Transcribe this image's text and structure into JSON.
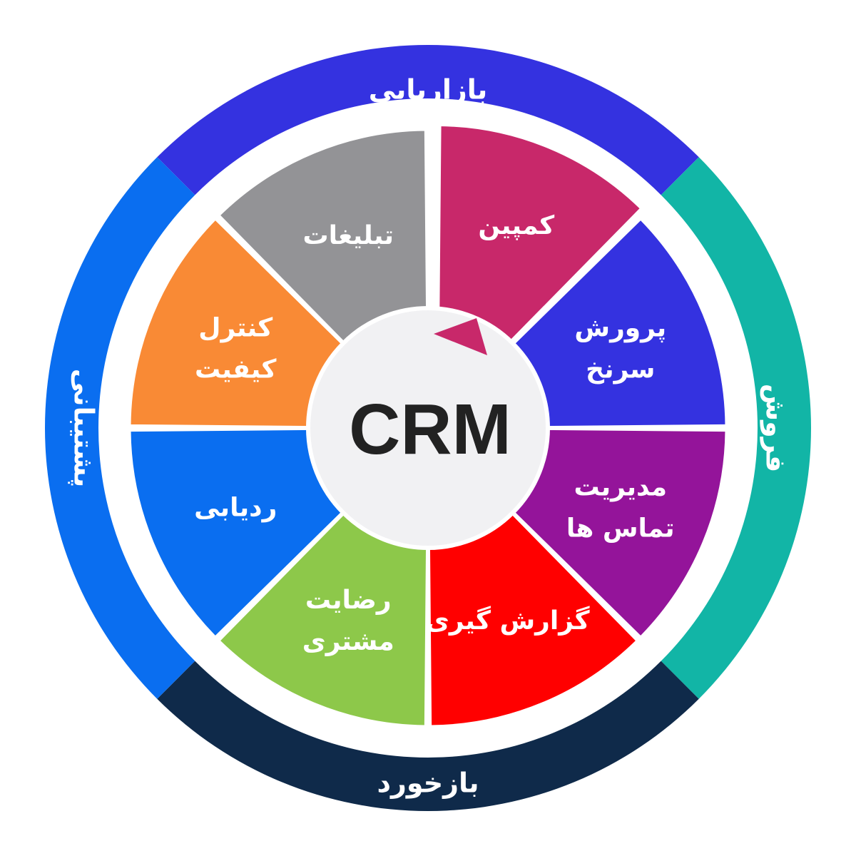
{
  "center": {
    "label": "CRM"
  },
  "outer_ring": [
    {
      "label": "بازاریابی",
      "color": "#3432e0"
    },
    {
      "label": "فروش",
      "color": "#12b5a6"
    },
    {
      "label": "بازخورد",
      "color": "#0f2a4a"
    },
    {
      "label": "پشتیبانی",
      "color": "#0a6ef0"
    }
  ],
  "segments": [
    {
      "lines": [
        "کمپین"
      ],
      "color": "#c8286a"
    },
    {
      "lines": [
        "پرورش",
        "سرنخ"
      ],
      "color": "#3432e0"
    },
    {
      "lines": [
        "مدیریت",
        "تماس ها"
      ],
      "color": "#94149a"
    },
    {
      "lines": [
        "گزارش گیری"
      ],
      "color": "#ff0000"
    },
    {
      "lines": [
        "رضایت",
        "مشتری"
      ],
      "color": "#8dc84a"
    },
    {
      "lines": [
        "ردیابی"
      ],
      "color": "#0a6ef0"
    },
    {
      "lines": [
        "کنترل",
        "کیفیت"
      ],
      "color": "#f98a35"
    },
    {
      "lines": [
        "تبلیغات"
      ],
      "color": "#939396"
    }
  ]
}
